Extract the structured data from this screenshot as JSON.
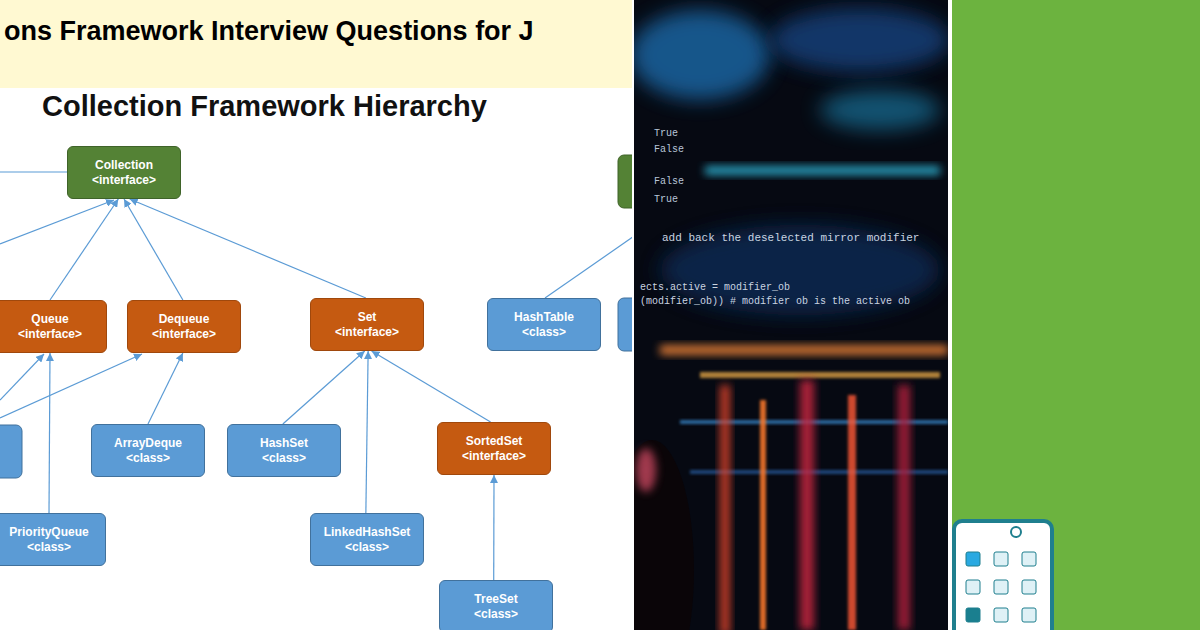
{
  "diagram": {
    "title": "Collection Framework Hierarchy",
    "nodes": [
      {
        "text": [
          "Collection",
          "<interface>"
        ]
      },
      {
        "text": [
          "Queue",
          "<interface>"
        ]
      },
      {
        "text": [
          "Dequeue",
          "<interface>"
        ]
      },
      {
        "text": [
          "Set",
          "<interface>"
        ]
      },
      {
        "text": [
          "HashTable",
          "<class>"
        ]
      },
      {
        "text": [
          "ArrayDeque",
          "<class>"
        ]
      },
      {
        "text": [
          "HashSet",
          "<class>"
        ]
      },
      {
        "text": [
          "SortedSet",
          "<interface>"
        ]
      },
      {
        "text": [
          "PriorityQueue",
          "<class>"
        ]
      },
      {
        "text": [
          "LinkedHashSet",
          "<class>"
        ]
      },
      {
        "text": [
          "TreeSet",
          "<class>"
        ]
      }
    ],
    "edges": [
      {
        "from": 1,
        "to": 0,
        "arrow": "to"
      },
      {
        "from": 2,
        "to": 0,
        "arrow": "to"
      },
      {
        "from": 3,
        "to": 0,
        "arrow": "to"
      },
      {
        "from": 8,
        "to": 1,
        "arrow": "to"
      },
      {
        "from": 5,
        "to": 2,
        "arrow": "to"
      },
      {
        "from": 6,
        "to": 3,
        "arrow": "to"
      },
      {
        "from": 9,
        "to": 3,
        "arrow": "to"
      },
      {
        "from": 7,
        "to": 3,
        "arrow": "to"
      },
      {
        "from": 10,
        "to": 7,
        "arrow": "to"
      }
    ],
    "labels": [
      "ons Framework Interview Questions for J",
      "True",
      "False",
      "False",
      "True",
      "add back the deselected mirror modifier",
      "ects.active = modifier_ob",
      "(modifier_ob)) # modifier ob is the active ob"
    ]
  }
}
